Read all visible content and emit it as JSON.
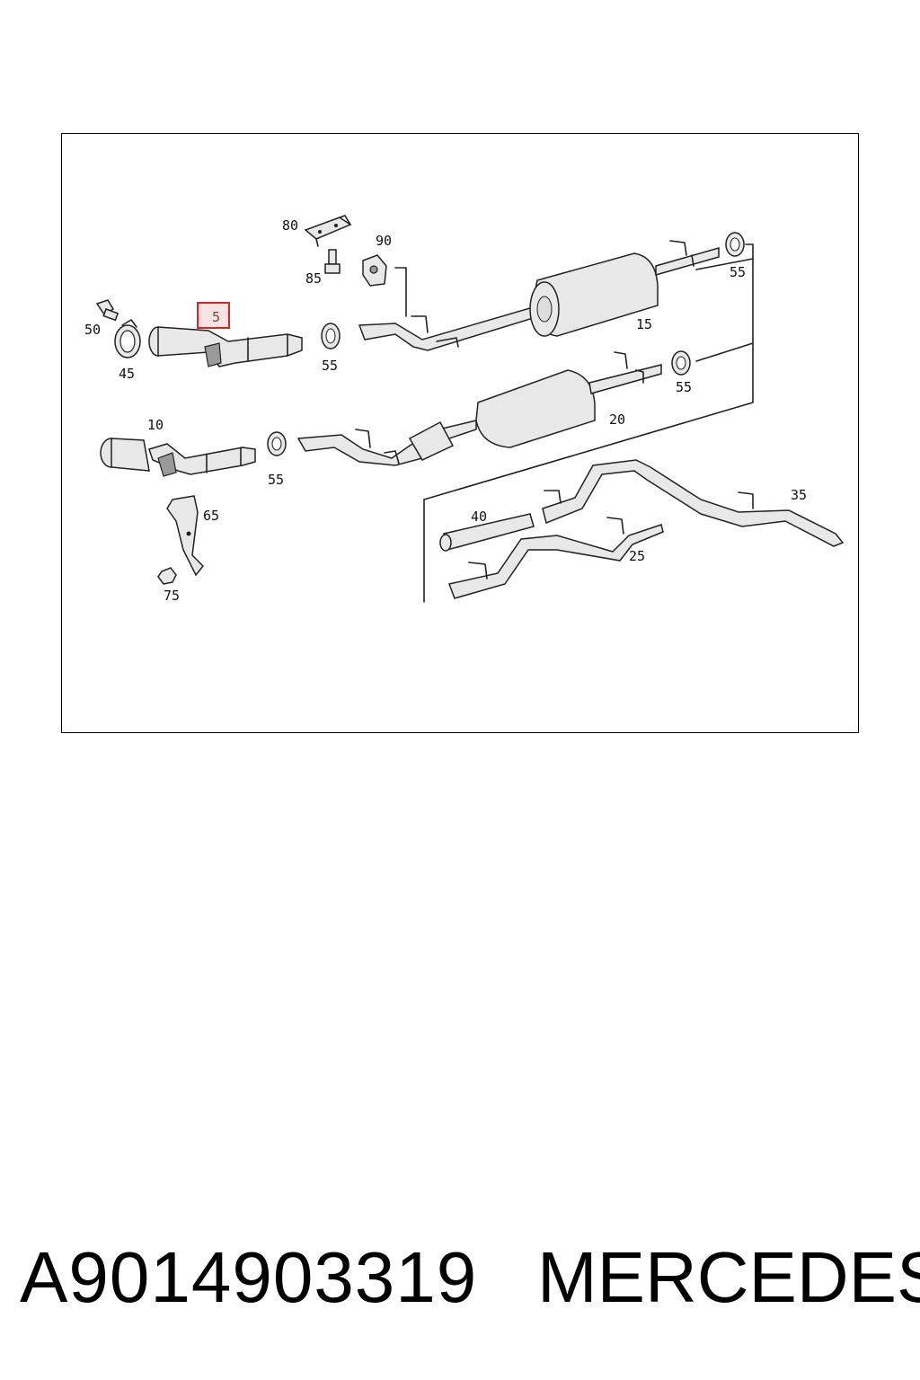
{
  "diagram": {
    "callouts": {
      "c5": "5",
      "c10": "10",
      "c15": "15",
      "c20": "20",
      "c25": "25",
      "c35": "35",
      "c40": "40",
      "c45": "45",
      "c50": "50",
      "c55a": "55",
      "c55b": "55",
      "c55c": "55",
      "c55d": "55",
      "c65": "65",
      "c75": "75",
      "c80": "80",
      "c85": "85",
      "c90": "90"
    },
    "highlighted_callout": "5",
    "highlight_color": "#d9232b"
  },
  "footer": {
    "part_number": "A9014903319",
    "brand": "MERCEDES"
  }
}
